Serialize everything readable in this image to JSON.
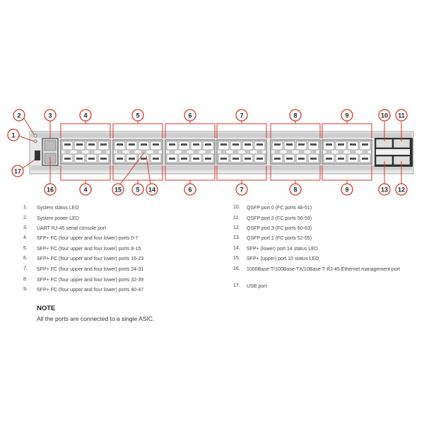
{
  "callouts": {
    "c1": "1",
    "c2": "2",
    "c3": "3",
    "c4": "4",
    "c5": "5",
    "c6": "6",
    "c7": "7",
    "c8": "8",
    "c9": "9",
    "c10": "10",
    "c11": "11",
    "c12": "12",
    "c13": "13",
    "c14": "14",
    "c15": "15",
    "c16": "16",
    "c17": "17"
  },
  "legend_left": [
    {
      "num": "1.",
      "text": "System status LED"
    },
    {
      "num": "2.",
      "text": "System power LED"
    },
    {
      "num": "3.",
      "text": "UART RJ-45 serial console port"
    },
    {
      "num": "4.",
      "text": "SFP+ FC (four upper and four lower) ports 0-7"
    },
    {
      "num": "5.",
      "text": "SFP+ FC (four upper and four lower) ports 8-15"
    },
    {
      "num": "6.",
      "text": "SFP+ FC (four upper and four lower) ports 16-23"
    },
    {
      "num": "7.",
      "text": "SFP+ FC (four upper and four lower) ports 24-31"
    },
    {
      "num": "8.",
      "text": "SFP+ FC (four upper and four lower) ports 32-39"
    },
    {
      "num": "9.",
      "text": "SFP+ FC (four upper and four lower) ports 40-47"
    }
  ],
  "legend_right": [
    {
      "num": "10.",
      "text": "QSFP port 0 (FC ports 48-51)"
    },
    {
      "num": "11.",
      "text": "QSFP port 2 (FC ports 56-59)"
    },
    {
      "num": "12.",
      "text": "QSFP port 3 (FC ports 60-63)"
    },
    {
      "num": "13.",
      "text": "QSFP port 1 (FC ports 52-55)"
    },
    {
      "num": "14.",
      "text": "SFP+ (lower) port 14 status LED"
    },
    {
      "num": "15.",
      "text": "SFP+ (upper) port 10 status LED"
    },
    {
      "num": "16.",
      "text": "1000Base-T/100Base-TX/10Base-T RJ-45 Ethernet management port"
    },
    {
      "num": "17.",
      "text": "USB port"
    }
  ],
  "note": {
    "title": "NOTE",
    "text": "All the ports are connected to a single ASIC."
  },
  "colors": {
    "callout": "#d9362b",
    "chassis": "#e8e8e8",
    "port": "#555555"
  }
}
